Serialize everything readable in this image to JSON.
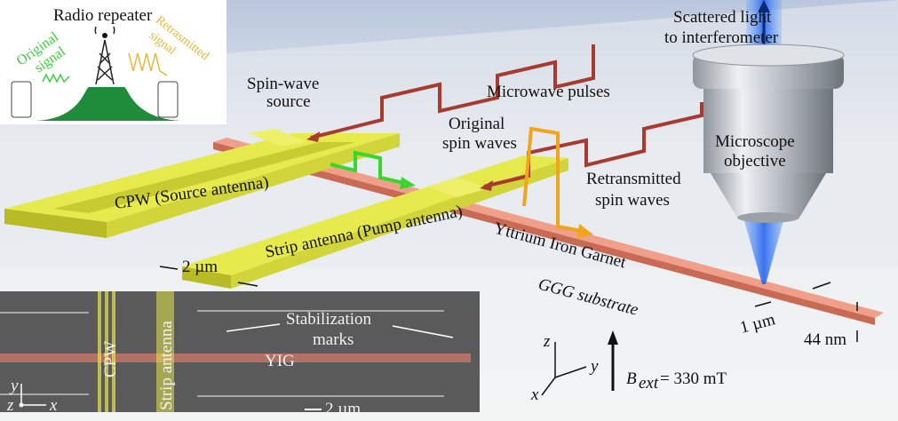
{
  "inset_repeater": {
    "title": "Radio repeater",
    "original_signal": [
      "Original",
      "signal"
    ],
    "retransmitted_signal": [
      "Retrasmitted",
      "signal"
    ],
    "colors": {
      "original": "#3ecf3e",
      "retransmitted": "#e5b83a",
      "tower_hill": "#1e8c3a"
    }
  },
  "scene": {
    "spin_wave_source": [
      "Spin-wave",
      "source"
    ],
    "original_spin_waves": [
      "Original",
      "spin waves"
    ],
    "microwave_pulses": "Microwave pulses",
    "scattered_light": [
      "Scattered light",
      "to interferometer"
    ],
    "microscope_objective": [
      "Microscope",
      "objective"
    ],
    "retransmitted_spin_waves": [
      "Retransmitted",
      "spin waves"
    ],
    "cpw_label": "CPW (Source antenna)",
    "strip_label": "Strip antenna (Pump antenna)",
    "yig_label": "Yttrium Iron Garnet",
    "ggg_label": "GGG substrate",
    "strip_width": "2 µm",
    "yig_width": "1 µm",
    "yig_thickness": "44 nm",
    "bext_symbol": "B",
    "bext_sub": "ext",
    "bext_value": "= 330 mT",
    "axes": {
      "x": "x",
      "y": "y",
      "z": "z"
    },
    "colors": {
      "antenna": "#e4e84a",
      "yig": "#e0806a",
      "pulse": "#a83a30",
      "beam": "#2a6cf0",
      "green_arrow": "#39d62c",
      "orange_arrow": "#f0a51a"
    }
  },
  "sem_inset": {
    "cpw": "CPW",
    "strip_antenna": "Strip antenna",
    "stabilization_marks": [
      "Stabilization",
      "marks"
    ],
    "yig": "YIG",
    "scale_bar": "2 µm",
    "axes": {
      "x": "x",
      "y": "y",
      "z": "z"
    }
  }
}
